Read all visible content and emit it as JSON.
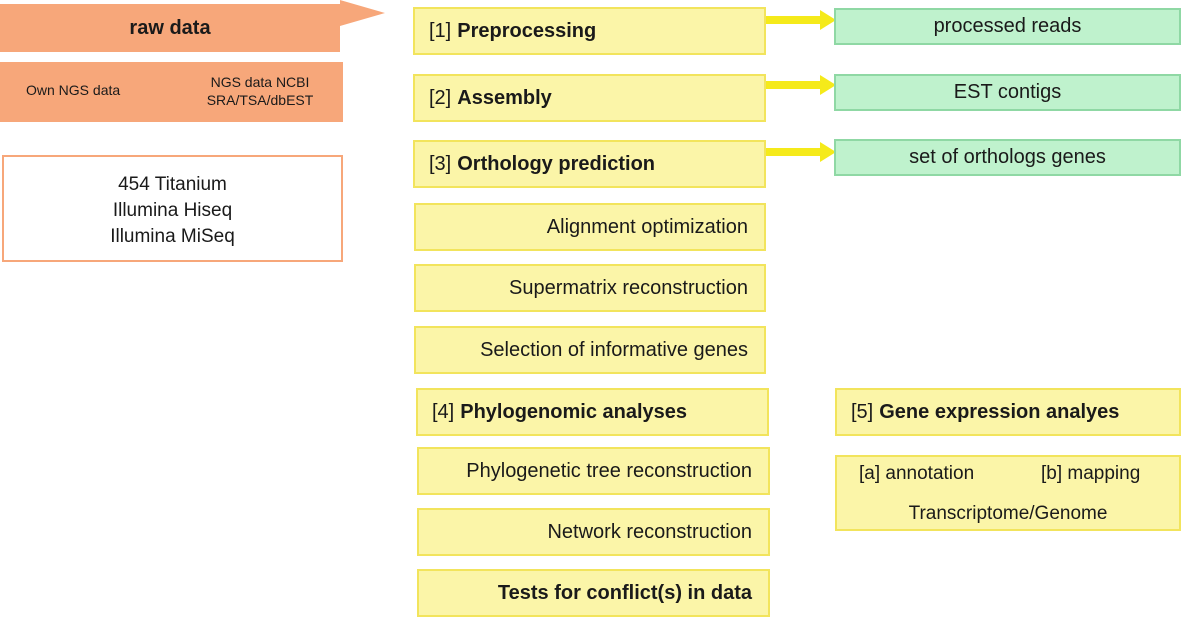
{
  "raw": {
    "title": "raw data",
    "own": "Own  NGS data",
    "ncbi_line1": "NGS data NCBI",
    "ncbi_line2": "SRA/TSA/dbEST",
    "platforms": [
      "454 Titanium",
      "Illumina Hiseq",
      "Illumina MiSeq"
    ]
  },
  "steps": {
    "s1_num": "[1]",
    "s1_label": "Preprocessing",
    "s2_num": "[2]",
    "s2_label": "Assembly",
    "s3_num": "[3]",
    "s3_label": "Orthology prediction",
    "align": "Alignment optimization",
    "supermatrix": "Supermatrix reconstruction",
    "selection": "Selection of informative genes",
    "s4_num": "[4]",
    "s4_label": "Phylogenomic analyses",
    "tree": "Phylogenetic tree reconstruction",
    "network": "Network reconstruction",
    "tests": "Tests for conflict(s) in data"
  },
  "outputs": {
    "reads": "processed reads",
    "contigs": "EST contigs",
    "orthologs": "set of orthologs genes"
  },
  "expression": {
    "num": "[5]",
    "label": "Gene expression analyes",
    "annotation": "[a] annotation",
    "mapping": "[b] mapping",
    "transcriptome": "Transcriptome/Genome"
  },
  "colors": {
    "orange": "#f7a77a",
    "yellow": "#fbf5a8",
    "yellow_border": "#f2e45c",
    "green": "#bff2cd",
    "green_border": "#8fd8a4",
    "arrow_yellow": "#f5ea1a"
  }
}
